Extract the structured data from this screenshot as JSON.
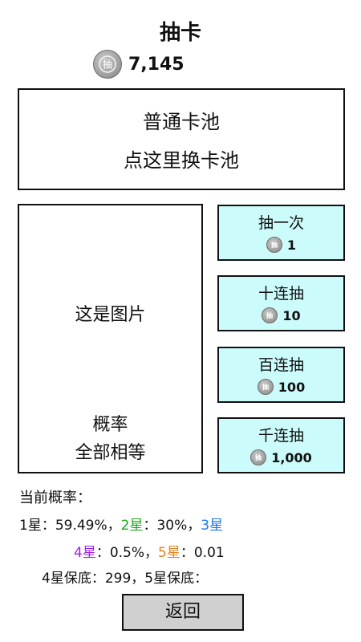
{
  "header": {
    "title": "抽卡",
    "balance": "7,145",
    "coin_icon": "coin-icon",
    "coin_glyph": "抽"
  },
  "pool": {
    "name": "普通卡池",
    "switch_hint": "点这里换卡池"
  },
  "preview": {
    "image_label": "这是图片",
    "prob_label": "概率",
    "prob_value": "全部相等"
  },
  "draw_buttons": [
    {
      "label": "抽一次",
      "cost": "1"
    },
    {
      "label": "十连抽",
      "cost": "10"
    },
    {
      "label": "百连抽",
      "cost": "100"
    },
    {
      "label": "千连抽",
      "cost": "1,000"
    }
  ],
  "rates": {
    "title": "当前概率：",
    "star1_label": "1星",
    "star1_value": "59.49%",
    "star2_label": "2星",
    "star2_value": "30%",
    "star3_label": "3星",
    "star4_label": "4星",
    "star4_value": "0.5%",
    "star5_label": "5星",
    "star5_value": "0.01",
    "colon": "：",
    "sep": "，",
    "pity4_label": "4星保底",
    "pity4_value": "299",
    "pity5_label": "5星保底"
  },
  "colors": {
    "star2": "#1fa51f",
    "star3": "#1e78e6",
    "star4": "#a020f0",
    "star5": "#e8801f",
    "button_bg": "#ccfbfb",
    "back_bg": "#d0d0d0"
  },
  "footer": {
    "back_label": "返回"
  }
}
